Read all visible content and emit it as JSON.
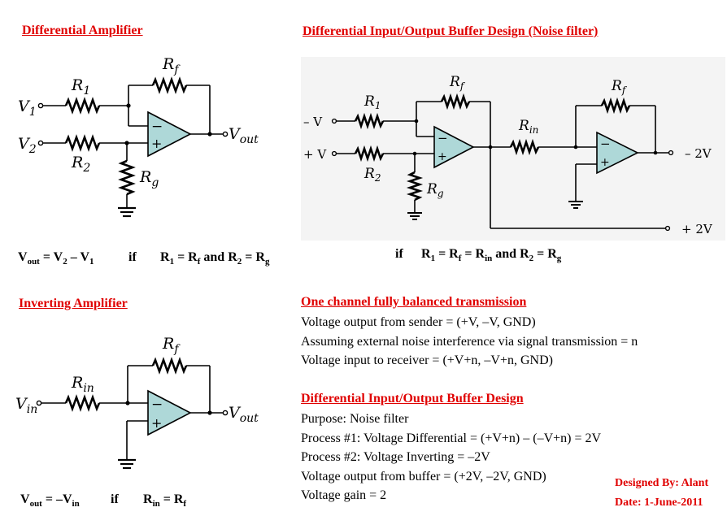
{
  "titles": {
    "differential_amplifier": "Differential Amplifier",
    "buffer_design_noise": "Differential Input/Output Buffer Design (Noise filter)",
    "inverting_amplifier": "Inverting Amplifier",
    "one_channel": "One channel fully balanced transmission",
    "buffer_design": "Differential Input/Output Buffer Design"
  },
  "diff_amp": {
    "labels": {
      "v1": "V",
      "v1_sub": "1",
      "v2": "V",
      "v2_sub": "2",
      "r1": "R",
      "r1_sub": "1",
      "r2": "R",
      "r2_sub": "2",
      "rf": "R",
      "rf_sub": "f",
      "rg": "R",
      "rg_sub": "g",
      "vout": "V",
      "vout_sub": "out",
      "minus": "−",
      "plus": "+"
    },
    "formula": {
      "a": "V",
      "a_sub": "out",
      "b": " = V",
      "b_sub": "2",
      "c": " – V",
      "c_sub": "1",
      "if": "if",
      "d": "R",
      "d_sub": "1",
      "e": " = R",
      "e_sub": "f",
      "f": " and R",
      "f_sub": "2",
      "g": " = R",
      "g_sub": "g"
    }
  },
  "buffer": {
    "labels": {
      "neg_v": "– V",
      "pos_v": "+ V",
      "r1": "R",
      "r1_sub": "1",
      "r2": "R",
      "r2_sub": "2",
      "rf1": "R",
      "rf1_sub": "f",
      "rg": "R",
      "rg_sub": "g",
      "rin": "R",
      "rin_sub": "in",
      "rf2": "R",
      "rf2_sub": "f",
      "out_neg": "– 2V",
      "out_pos": "+ 2V",
      "minus": "−",
      "plus": "+"
    },
    "formula": {
      "if": "if",
      "a": "R",
      "a_sub": "1",
      "b": " = R",
      "b_sub": "f",
      "c": " = R",
      "c_sub": "in",
      "d": " and R",
      "d_sub": "2",
      "e": " = R",
      "e_sub": "g"
    }
  },
  "inv_amp": {
    "labels": {
      "vin": "V",
      "vin_sub": "in",
      "rin": "R",
      "rin_sub": "in",
      "rf": "R",
      "rf_sub": "f",
      "vout": "V",
      "vout_sub": "out",
      "minus": "−",
      "plus": "+"
    },
    "formula": {
      "a": "V",
      "a_sub": "out",
      "b": " = –V",
      "b_sub": "in",
      "if": "if",
      "c": "R",
      "c_sub": "in",
      "d": " = R",
      "d_sub": "f"
    }
  },
  "one_channel_lines": [
    "Voltage output from sender = (+V, –V, GND)",
    "Assuming external noise interference via signal transmission = n",
    "Voltage input to receiver = (+V+n, –V+n, GND)"
  ],
  "buffer_design_lines": [
    "Purpose: Noise filter",
    "Process #1: Voltage Differential = (+V+n) – (–V+n) = 2V",
    "Process #2: Voltage Inverting = –2V",
    "Voltage output from buffer = (+2V, –2V, GND)",
    "Voltage gain = 2"
  ],
  "credits": {
    "designed_by": "Designed By: Alant",
    "date": "Date: 1-June-2011"
  },
  "colors": {
    "title_red": "#e00000",
    "opamp_fill": "#aed8d8",
    "buffer_panel_bg": "#f4f4f4"
  }
}
